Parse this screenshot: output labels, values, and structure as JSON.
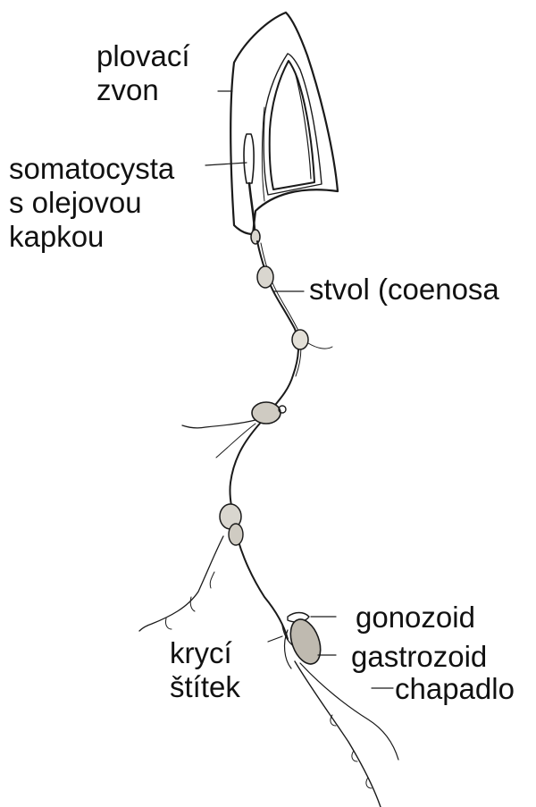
{
  "labels": {
    "plovaci_zvon": [
      "plovací",
      "zvon"
    ],
    "somatocysta": [
      "somatocysta",
      "s olejovou",
      "kapkou"
    ],
    "stvol": "stvol (coenosa",
    "gonozoid": "gonozoid",
    "gastrozoid": "gastrozoid",
    "kryci_stitek": [
      "krycí",
      "štítek"
    ],
    "chapadlo": "chapadlo"
  },
  "colors": {
    "ink": "#1a1a1a",
    "bell_fill": "#f3f1ec",
    "text": "#111111"
  }
}
